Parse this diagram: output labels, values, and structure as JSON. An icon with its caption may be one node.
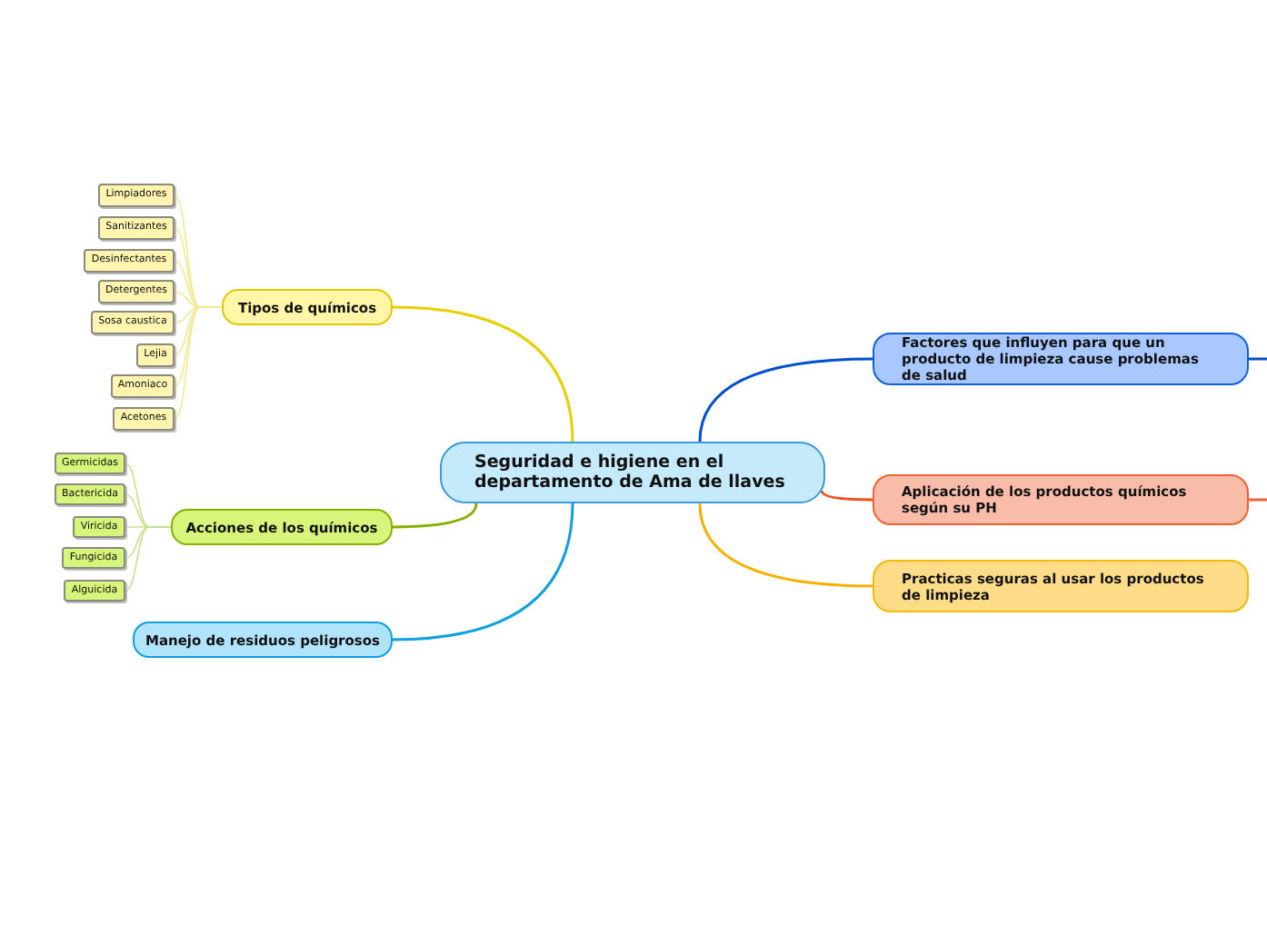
{
  "diagram": {
    "nodes": [
      {
        "text": [
          "Seguridad e higiene en el departamento de Ama de llaves"
        ]
      },
      {
        "text": [
          "Tipos de químicos"
        ]
      },
      {
        "text": [
          "Acciones de los químicos"
        ]
      },
      {
        "text": [
          "Manejo de residuos peligrosos"
        ]
      },
      {
        "text": [
          "Factores que influyen para que un producto de limpieza cause problemas de salud"
        ]
      },
      {
        "text": [
          "Aplicación de los productos químicos según su PH"
        ]
      },
      {
        "text": [
          "Practicas seguras al usar los productos de limpieza"
        ]
      },
      {
        "text": [
          "Limpiadores"
        ]
      },
      {
        "text": [
          "Sanitizantes"
        ]
      },
      {
        "text": [
          "Desinfectantes"
        ]
      },
      {
        "text": [
          "Detergentes"
        ]
      },
      {
        "text": [
          "Sosa caustica"
        ]
      },
      {
        "text": [
          "Lejia"
        ]
      },
      {
        "text": [
          "Amoniaco"
        ]
      },
      {
        "text": [
          "Acetones"
        ]
      },
      {
        "text": [
          "Germicidas"
        ]
      },
      {
        "text": [
          "Bactericida"
        ]
      },
      {
        "text": [
          "Viricida"
        ]
      },
      {
        "text": [
          "Fungicida"
        ]
      },
      {
        "text": [
          "Alguicida"
        ]
      }
    ],
    "edges": [
      {
        "from": 0,
        "to": 1,
        "arrow": "none",
        "color": "#e8d000"
      },
      {
        "from": 0,
        "to": 2,
        "arrow": "none",
        "color": "#88b000"
      },
      {
        "from": 0,
        "to": 3,
        "arrow": "none",
        "color": "#10a0e0"
      },
      {
        "from": 0,
        "to": 4,
        "arrow": "none",
        "color": "#0050d0"
      },
      {
        "from": 0,
        "to": 5,
        "arrow": "none",
        "color": "#f05020"
      },
      {
        "from": 0,
        "to": 6,
        "arrow": "none",
        "color": "#f8b000"
      },
      {
        "from": 4,
        "to": null,
        "arrow": "none",
        "color": "#0050d0"
      },
      {
        "from": 5,
        "to": null,
        "arrow": "none",
        "color": "#f06030"
      },
      {
        "from": 1,
        "to": 7,
        "arrow": "none",
        "color": "#f5e890"
      },
      {
        "from": 1,
        "to": 8,
        "arrow": "none",
        "color": "#f5e890"
      },
      {
        "from": 1,
        "to": 9,
        "arrow": "none",
        "color": "#f5e890"
      },
      {
        "from": 1,
        "to": 10,
        "arrow": "none",
        "color": "#f5e890"
      },
      {
        "from": 1,
        "to": 11,
        "arrow": "none",
        "color": "#f5e890"
      },
      {
        "from": 1,
        "to": 12,
        "arrow": "none",
        "color": "#f5e890"
      },
      {
        "from": 1,
        "to": 13,
        "arrow": "none",
        "color": "#f5e890"
      },
      {
        "from": 1,
        "to": 14,
        "arrow": "none",
        "color": "#f5e890"
      },
      {
        "from": 2,
        "to": 15,
        "arrow": "none",
        "color": "#c8e090"
      },
      {
        "from": 2,
        "to": 16,
        "arrow": "none",
        "color": "#c8e090"
      },
      {
        "from": 2,
        "to": 17,
        "arrow": "none",
        "color": "#c8e090"
      },
      {
        "from": 2,
        "to": 18,
        "arrow": "none",
        "color": "#c8e090"
      },
      {
        "from": 2,
        "to": 19,
        "arrow": "none",
        "color": "#c8e090"
      }
    ]
  }
}
